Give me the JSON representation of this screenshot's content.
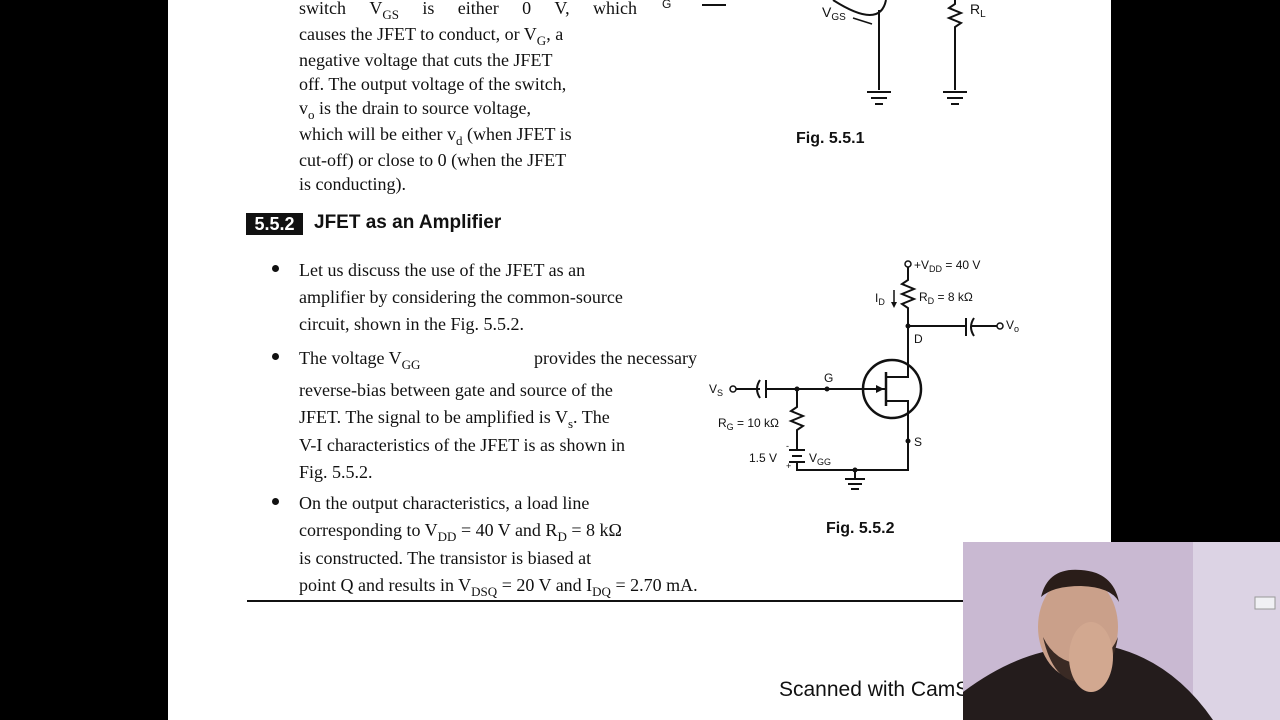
{
  "top_paragraph": {
    "lines": [
      [
        "switch",
        "V_GS",
        "is",
        "either",
        "0",
        "V,",
        "which"
      ],
      [
        "causes the JFET to conduct, or V_G, a"
      ],
      [
        "negative voltage that cuts the JFET"
      ],
      [
        "off. The output voltage of the switch,"
      ],
      [
        "v_o is the drain to source voltage,"
      ],
      [
        "which will be either v_d (when JFET is"
      ],
      [
        "cut-off) or close to 0 (when the JFET"
      ],
      [
        "is conducting)."
      ]
    ],
    "l1": [
      "switch",
      "is",
      "either",
      "0",
      "V,",
      "which"
    ],
    "l1_var": "V",
    "l1_sub": "GS",
    "l2a": "causes the JFET to conduct, or V",
    "l2_sub": "G",
    "l2b": ", a",
    "l3": "negative voltage that cuts the JFET",
    "l4": "off. The output voltage of the switch,",
    "l5a": "v",
    "l5_sub": "o",
    "l5b": " is the drain to source voltage,",
    "l6a": "which will be either v",
    "l6_sub": "d",
    "l6b": " (when JFET is",
    "l7": "cut-off) or close to 0 (when the JFET",
    "l8": "is conducting)."
  },
  "fig1": {
    "caption": "Fig. 5.5.1",
    "label_vgs": "V",
    "label_vgs_sub": "GS",
    "label_rl": "R",
    "label_rl_sub": "L",
    "label_vg": "G"
  },
  "section": {
    "number": "5.5.2",
    "title": "JFET as an Amplifier"
  },
  "bullets": {
    "b1_l1": "Let us discuss the use of the JFET as an",
    "b1_l2": "amplifier by considering the common-source",
    "b1_l3": "circuit, shown in the Fig. 5.5.2.",
    "b2_l1a": "The voltage V",
    "b2_l1_sub": "GG",
    "b2_l1b": "provides the necessary",
    "b2_l2": "reverse-bias between gate and source of the",
    "b2_l3a": "JFET. The signal to be amplified is V",
    "b2_l3_sub": "s",
    "b2_l3b": ". The",
    "b2_l4": "V-I characteristics of the JFET is as shown in",
    "b2_l5": "Fig. 5.5.2.",
    "b3_l1": "On the output characteristics, a load line",
    "b3_l2a": "corresponding to V",
    "b3_l2_sub1": "DD",
    "b3_l2b": " = 40 V and R",
    "b3_l2_sub2": "D",
    "b3_l2c": " = 8 kΩ",
    "b3_l3": "is constructed. The transistor is biased at",
    "b3_l4a": "point Q and results in V",
    "b3_l4_sub1": "DSQ",
    "b3_l4b": " = 20 V and   I",
    "b3_l4_sub2": "DQ",
    "b3_l4c": " = 2.70 mA."
  },
  "fig2": {
    "caption": "Fig. 5.5.2",
    "vdd": "+V",
    "vdd_sub": "DD",
    "vdd_val": " = 40 V",
    "id": "I",
    "id_sub": "D",
    "rd": "R",
    "rd_sub": "D",
    "rd_val": " = 8 kΩ",
    "d": "D",
    "g": "G",
    "s": "S",
    "vo": "V",
    "vo_sub": "o",
    "vs": "V",
    "vs_sub": "S",
    "rg": "R",
    "rg_sub": "G",
    "rg_val": " = 10 kΩ",
    "bat": "1.5 V",
    "vgg": "V",
    "vgg_sub": "GG"
  },
  "watermark": "Scanned with CamScanner"
}
